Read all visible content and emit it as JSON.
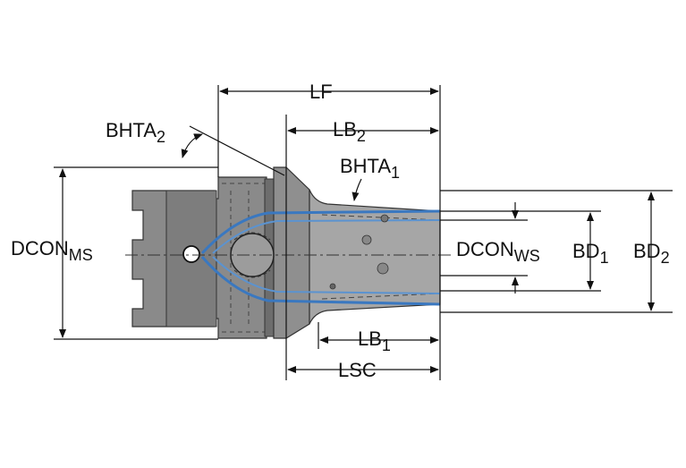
{
  "colors": {
    "body": "#8a8a8a",
    "body_dark": "#5a5a5a",
    "cone": "#a6a6a6",
    "coolant": "#3a78c0",
    "line": "#111111"
  },
  "labels": {
    "lf": "LF",
    "lb2_main": "LB",
    "lb2_sub": "2",
    "bhta2_main": "BHTA",
    "bhta2_sub": "2",
    "bhta1_main": "BHTA",
    "bhta1_sub": "1",
    "dcon_ms_main": "DCON",
    "dcon_ms_sub": "MS",
    "dcon_ws_main": "DCON",
    "dcon_ws_sub": "WS",
    "bd1_main": "BD",
    "bd1_sub": "1",
    "bd2_main": "BD",
    "bd2_sub": "2",
    "lb1_main": "LB",
    "lb1_sub": "1",
    "lsc": "LSC"
  }
}
